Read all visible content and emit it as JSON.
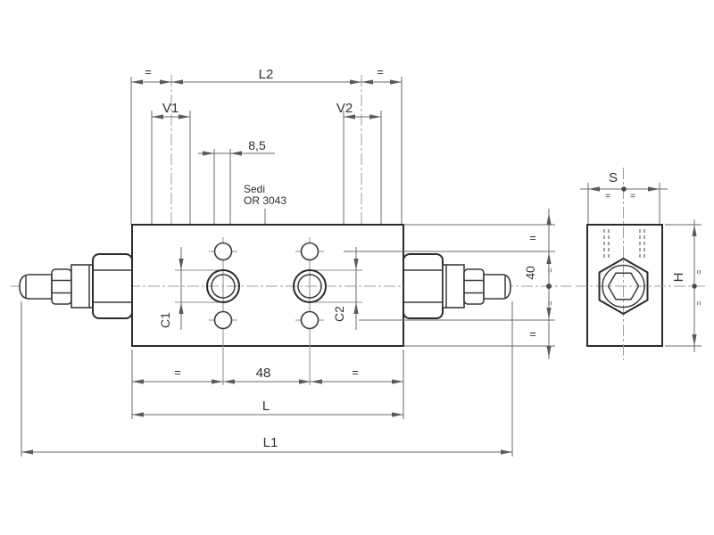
{
  "drawing": {
    "labels": {
      "l2": "L2",
      "v1": "V1",
      "v2": "V2",
      "dim85": "8,5",
      "seat_note_1": "Sedi",
      "seat_note_2": "OR 3043",
      "c1": "C1",
      "c2": "C2",
      "dim48": "48",
      "l": "L",
      "l1": "L1",
      "dim40": "40",
      "s": "S",
      "h": "H",
      "eq": "="
    },
    "colors": {
      "background": "#ffffff",
      "body_outline": "#2b2b2b",
      "dimension_line": "#6a6a6a",
      "centerline": "#9e9e9e",
      "text": "#2f2f2f"
    }
  }
}
